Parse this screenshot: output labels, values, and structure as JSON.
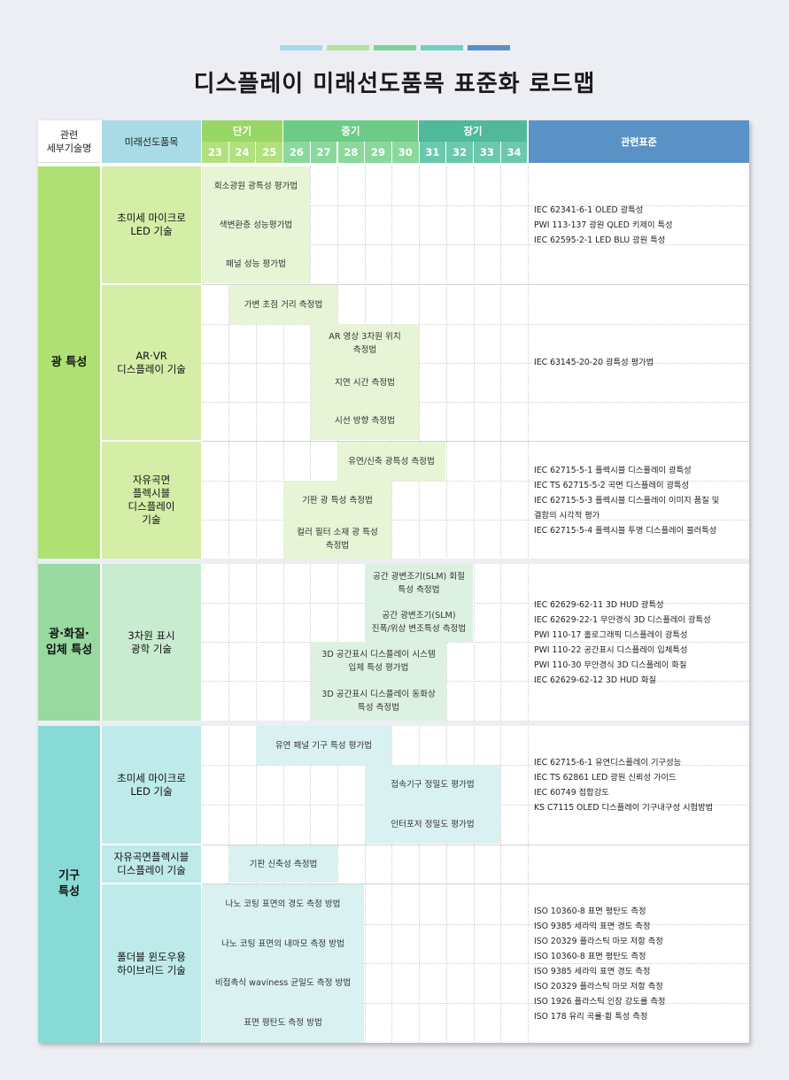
{
  "title": "디스플레이 미래선도품목 표준화 로드맵",
  "colors": {
    "bar1": "#a8d8ea",
    "bar2": "#b5e3a0",
    "bar3": "#7fd19a",
    "bar4": "#6fd0c4",
    "bar5": "#5b8fc9",
    "short_dark": "#98d665",
    "short_light": "#b2e07c",
    "short_bar": "#e7f4d6",
    "mid_dark": "#6ccb84",
    "mid_light": "#8bd89c",
    "mid_bar": "#ddf1e2",
    "long_dark": "#4fb99a",
    "long_light": "#6ac8ae",
    "std_header": "#5a92c6",
    "col_header": "#a8dbe6",
    "cat1": "#aee073",
    "tech1": "#d4eea8",
    "cat2": "#98d9a0",
    "tech2": "#c9ecd0",
    "cat3": "#88dad6",
    "tech3": "#bfeaea",
    "bar3c": "#daf1f1"
  },
  "header": {
    "col1": "관련\n세부기술명",
    "col2": "미래선도품목",
    "phases": [
      "단기",
      "중기",
      "장기"
    ],
    "years": [
      "23",
      "24",
      "25",
      "26",
      "27",
      "28",
      "29",
      "30",
      "31",
      "32",
      "33",
      "34"
    ],
    "std": "관련표준"
  },
  "categories": [
    "광 특성",
    "광·화질·\n입체 특성",
    "기구\n특성"
  ],
  "techs": [
    "초미세 마이크로\nLED 기술",
    "AR·VR\n디스플레이 기술",
    "자유곡면\n플렉시블\n디스플레이\n기술",
    "3차원 표시\n광학 기술",
    "초미세  마이크로\nLED 기술",
    "자유곡면플렉시블\n디스플레이 기술",
    "폴더블 윈도우용\n하이브리드 기술"
  ],
  "items": [
    "회소광원 광특성 평가법",
    "색변환층 성능평가법",
    "패널 성능 평가법",
    "가변 초점 거리 측정법",
    "AR 영상 3차원 위치\n측정법",
    "지연 시간 측정법",
    "시선 방향 측정법",
    "유연/신축 광특성 측정법",
    "기판 광 특성 측정법",
    "컬러 필터 소재 광 특성\n측정법",
    "공간 광변조기(SLM) 회절\n특성 측정법",
    "공간 광변조기(SLM)\n진폭/위상 변조특성 측정법",
    "3D 공간표시 디스플레이 시스템\n입체 특성 평가법",
    "3D 공간표시 디스플레이 동화상\n특성 측정법",
    "유연 패널 기구 특성 평가법",
    "접속기구 정밀도 평가법",
    "인터포저 정밀도 평가법",
    "기판 신축성 측정법",
    "나노 코팅 표면의 경도 측정 방법",
    "나노 코팅 표면의 내마모 측정 방법",
    "비접촉식 waviness 균일도 측정 방법",
    "표면 평탄도 측정 방법"
  ],
  "standards": [
    [
      "IEC 62341-6-1 OLED 광특성",
      "PWI 113-137 광원 QLED 키제이 특성",
      "IEC 62595-2-1 LED BLU 광원 특성"
    ],
    [
      "IEC 63145-20-20 광특성 평가법"
    ],
    [
      "IEC 62715-5-1 플렉시블 디스플레이 광특성",
      "IEC TS 62715-5-2 곡면 디스플레이 광특성",
      "IEC 62715-5-3 플렉시블 디스플레이 이미지 품질 및",
      "결함의 시각적 평가",
      "IEC 62715-5-4 플렉시블 투명 디스플레이 블러특성"
    ],
    [
      "IEC 62629-62-11 3D HUD 광특성",
      "IEC 62629-22-1 무안경식 3D 디스플레이 광특성",
      "PWI 110-17 홀로그래픽 디스플레이 광특성",
      "PWI 110-22 공간표시 디스플레이 입체특성",
      "PWI 110-30 무안경식 3D 디스플레이 화질",
      "IEC 62629-62-12 3D HUD 화질"
    ],
    [
      "IEC 62715-6-1 유연디스플레이 기구성능",
      "IEC TS 62861 LED 광원 신뢰성 가이드",
      "IEC 60749 접합강도",
      "KS C7115 OLED 디스플레이 기구내구성 시험방법"
    ],
    [],
    [
      "ISO 10360-8 표면 평탄도 측정",
      "ISO 9385 세라믹 표면 경도 측정",
      "ISO 20329 플라스틱 마모 저항 측정",
      "ISO 10360-8 표면 평탄도 측정",
      "ISO 9385 세라믹 표면 경도 측정",
      "ISO 20329 플라스틱 마모 저항 측정",
      "ISO 1926 플라스틱 인장 강도를 측정",
      "ISO 178 유리 곡률·휨 특성 측정"
    ]
  ]
}
